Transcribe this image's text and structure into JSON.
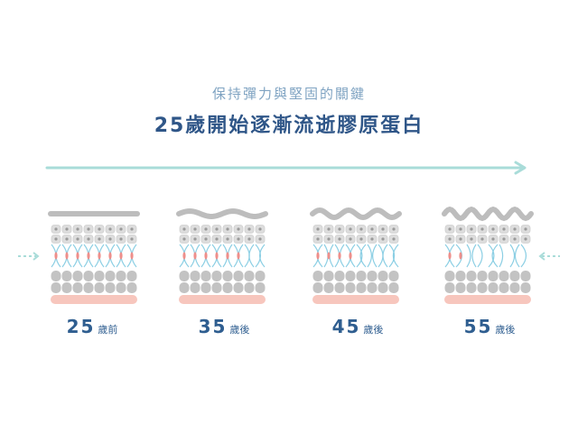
{
  "header": {
    "subtitle": "保持彈力與堅固的關鍵",
    "title": "25歲開始逐漸流逝膠原蛋白"
  },
  "stages": [
    {
      "age": "25",
      "unit": "歲前",
      "collagen_level": 1.0,
      "surface": "flat"
    },
    {
      "age": "35",
      "unit": "歲後",
      "collagen_level": 0.8,
      "surface": "gentle-wave"
    },
    {
      "age": "45",
      "unit": "歲後",
      "collagen_level": 0.55,
      "surface": "wave"
    },
    {
      "age": "55",
      "unit": "歲後",
      "collagen_level": 0.3,
      "surface": "deep-wave"
    }
  ],
  "colors": {
    "arrow": "#a9dcd9",
    "surface": "#bdbdbd",
    "cell_light": "#dddddd",
    "cell_dark": "#c3c3c3",
    "fiber_blue": "#8ccfe4",
    "fiber_red": "#ee8f8b",
    "base": "#f7c6bd",
    "subtitle": "#7fa3c2",
    "title": "#2f5688",
    "age": "#2f5e90"
  }
}
